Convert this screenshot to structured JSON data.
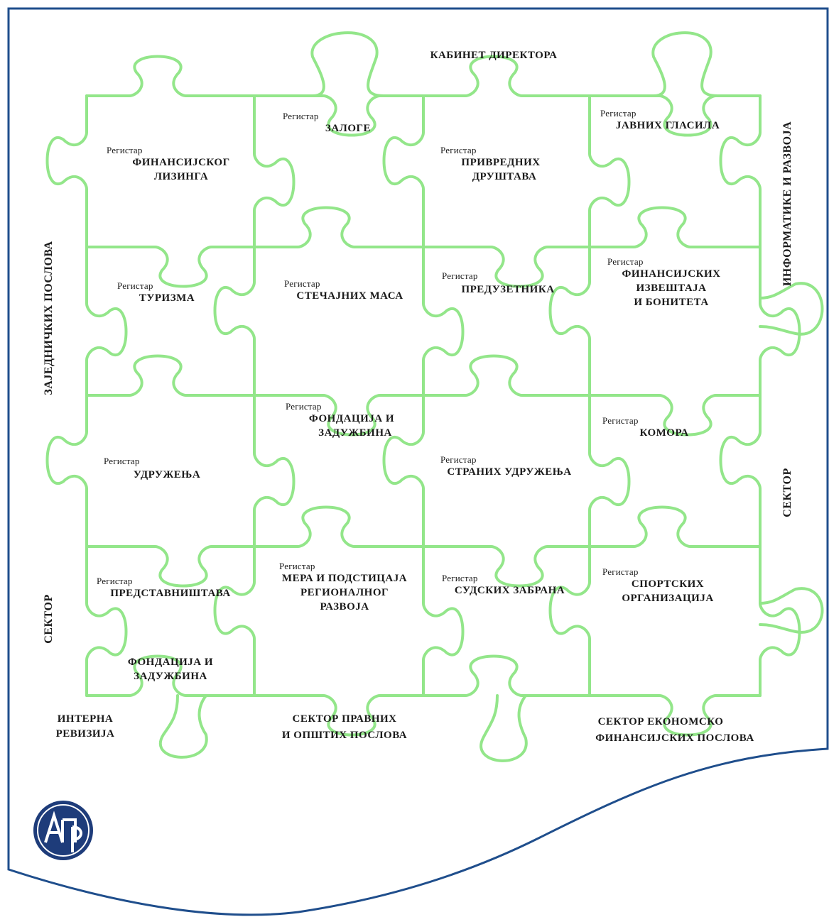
{
  "colors": {
    "puzzle_stroke": "#93e68a",
    "frame_stroke": "#1f4e8c",
    "text": "#1a1a1a",
    "logo_fill": "#1e3c7a"
  },
  "top": {
    "cabinet": "КАБИНЕТ ДИРЕКТОРА"
  },
  "pieces": [
    {
      "register": "Регистар",
      "name": "ФИНАНСИЈСКОГ",
      "name2": "ЛИЗИНГА"
    },
    {
      "register": "Регистар",
      "name": "ЗАЛОГЕ"
    },
    {
      "register": "Регистар",
      "name": "ПРИВРЕДНИХ",
      "name2": "ДРУШТАВА"
    },
    {
      "register": "Регистар",
      "name": "ЈАВНИХ ГЛАСИЛА"
    },
    {
      "register": "Регистар",
      "name": "ТУРИЗМА"
    },
    {
      "register": "Регистар",
      "name": "СТЕЧАЈНИХ МАСА"
    },
    {
      "register": "Регистар",
      "name": "ПРЕДУЗЕТНИКА"
    },
    {
      "register": "Регистар",
      "name": "ФИНАНСИЈСКИХ",
      "name2": "ИЗВЕШТАЈА",
      "name3": "И БОНИТЕТА"
    },
    {
      "register": "Регистар",
      "name": "ФОНДАЦИЈА И",
      "name2": "ЗАДУЖБИНА"
    },
    {
      "register": "Регистар",
      "name": "КОМОРА"
    },
    {
      "register": "Регистар",
      "name": "УДРУЖЕЊА"
    },
    {
      "register": "Регистар",
      "name": "СТРАНИХ УДРУЖЕЊА"
    },
    {
      "register": "Регистар",
      "name": "ПРЕДСТАВНИШТАВА"
    },
    {
      "register": "Регистар",
      "name": "МЕРА И ПОДСТИЦАЈА",
      "name2": "РЕГИОНАЛНОГ",
      "name3": "РАЗВОЈА"
    },
    {
      "register": "Регистар",
      "name": "СУДСКИХ ЗАБРАНА"
    },
    {
      "register": "Регистар",
      "name": "СПОРТСКИХ",
      "name2": "ОРГАНИЗАЦИЈА"
    },
    {
      "name": "ФОНДАЦИЈА И",
      "name2": "ЗАДУЖБИНА"
    }
  ],
  "sides": {
    "left_top": "ЗАЈЕДНИЧКИХ ПОСЛОВА",
    "left_bottom": "СЕКТОР",
    "right_top": "ИНФОРМАТИКЕ И РАЗВОЈА",
    "right_bottom": "СЕКТОР"
  },
  "bottom": {
    "internal_audit_1": "ИНТЕРНА",
    "internal_audit_2": "РЕВИЗИЈА",
    "legal_1": "СЕКТОР ПРАВНИХ",
    "legal_2": "И ОПШТИХ ПОСЛОВА",
    "finance_1": "СЕКТОР ЕКОНОМСКО",
    "finance_2": "ФИНАНСИЈСКИХ ПОСЛОВА"
  },
  "logo": {
    "icon": "apr-logo-icon",
    "letters": "АПР"
  }
}
